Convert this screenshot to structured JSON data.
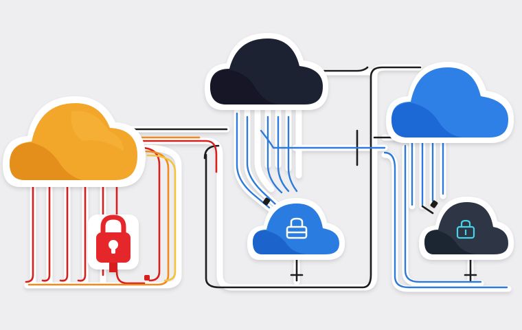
{
  "scene": {
    "kind": "multi-cloud network sticker illustration",
    "background": "#eeeef0"
  },
  "clouds": [
    {
      "name": "yellow-cloud",
      "color": "#f2a62c",
      "shade": "#e48e1d"
    },
    {
      "name": "dark-cloud-top",
      "color": "#1d2333",
      "shade": "#121826"
    },
    {
      "name": "blue-cloud-right",
      "color": "#2f7fe6",
      "shade": "#1f68d4"
    },
    {
      "name": "blue-cloud-small",
      "color": "#2b7be0",
      "shade": "#1c63cc"
    },
    {
      "name": "dark-cloud-small",
      "color": "#2d3444",
      "shade": "#1f2533"
    }
  ],
  "icons": [
    {
      "name": "padlock-icon",
      "color": "#e5262b"
    },
    {
      "name": "lock-box-icon",
      "color": "#ffffff"
    },
    {
      "name": "cyan-lock-icon",
      "color": "#46d5e8"
    }
  ],
  "wire_colors": {
    "red": "#d91e1e",
    "orange": "#f08a1c",
    "yellow": "#f5c33b",
    "black": "#1c1c1c",
    "blue": "#2e7ad9"
  }
}
